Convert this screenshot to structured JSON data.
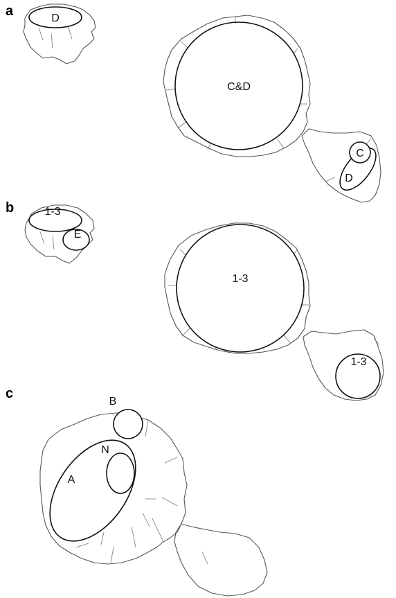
{
  "panels": {
    "a": {
      "panel_label": "a",
      "labels": {
        "small_ellipse": "D",
        "big_circle": "C&D",
        "circle_c": "C",
        "ellipse_d": "D"
      }
    },
    "b": {
      "panel_label": "b",
      "labels": {
        "small_ellipse": "1-3",
        "small_circle": "E",
        "big_circle": "1-3",
        "bottom_circle": "1-3"
      }
    },
    "c": {
      "panel_label": "c",
      "labels": {
        "ellipse_a": "A",
        "circle_b": "B",
        "ellipse_n": "N"
      }
    }
  }
}
